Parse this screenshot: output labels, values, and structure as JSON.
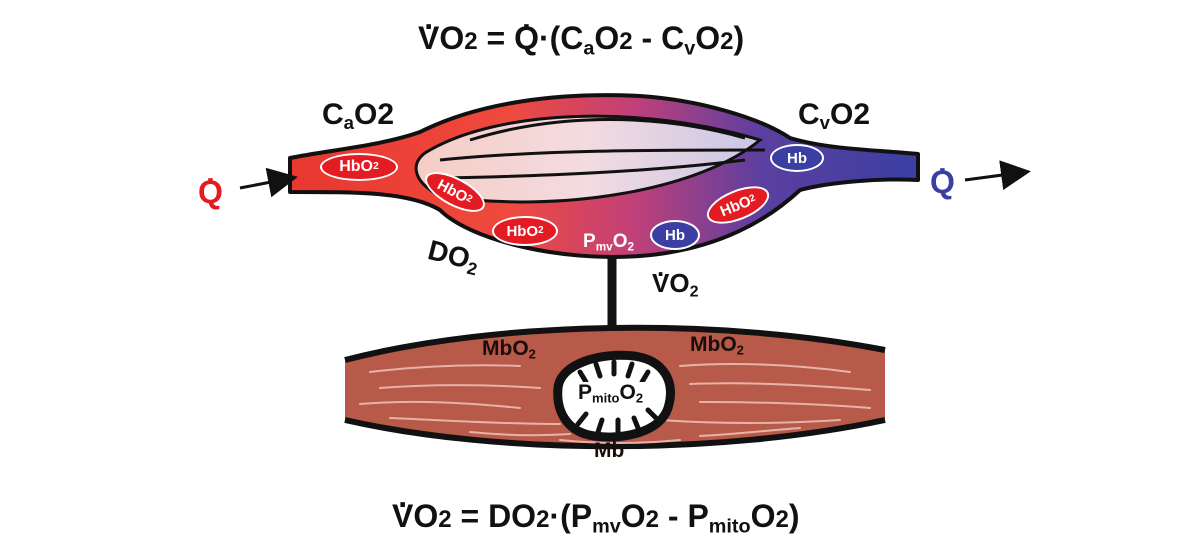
{
  "equation_top": {
    "lhs_letter": "V",
    "lhs_rest": "O",
    "lhs_sub": "2",
    "eq": " = ",
    "q": "Q",
    "dot_op": "·",
    "open": "(C",
    "ca_sub": "a",
    "o1": "O",
    "o1_sub": "2",
    "minus": " - C",
    "cv_sub": "v",
    "o2": "O",
    "o2_sub": "2",
    "close": ")"
  },
  "labels": {
    "cao2": {
      "c": "C",
      "sub": "a",
      "o": "O",
      "osub": "2"
    },
    "cvo2": {
      "c": "C",
      "sub": "v",
      "o": "O",
      "osub": "2"
    },
    "q_in": "Q",
    "q_out": "Q",
    "do2": {
      "text": "DO",
      "sub": "2"
    },
    "vo2": {
      "letter": "V",
      "rest": "O",
      "sub": "2"
    },
    "pmv": {
      "p": "P",
      "sub": "mv",
      "o": "O",
      "osub": "2"
    },
    "pmito": {
      "p": "P",
      "sub": "mito",
      "o": "O",
      "osub": "2"
    },
    "mbo2_left": {
      "text": "MbO",
      "sub": "2"
    },
    "mbo2_right": {
      "text": "MbO",
      "sub": "2"
    },
    "mb": "Mb"
  },
  "pills": {
    "hbo2_text": "HbO",
    "hbo2_sub": "2",
    "hb_text": "Hb"
  },
  "equation_bottom": {
    "lhs_letter": "V",
    "lhs_rest": "O",
    "lhs_sub": "2",
    "eq": " = ",
    "do": "DO",
    "do_sub": "2",
    "dot_op": "·",
    "open": "(P",
    "mv_sub": "mv",
    "o1": "O",
    "o1_sub": "2",
    "minus": " - P",
    "mito_sub": "mito",
    "o2": "O",
    "o2_sub": "2",
    "close": ")"
  },
  "colors": {
    "arterial_red": "#e41b23",
    "venous_blue": "#3b3fa3",
    "muscle_brown": "#b75a4a",
    "outline": "#111111"
  }
}
